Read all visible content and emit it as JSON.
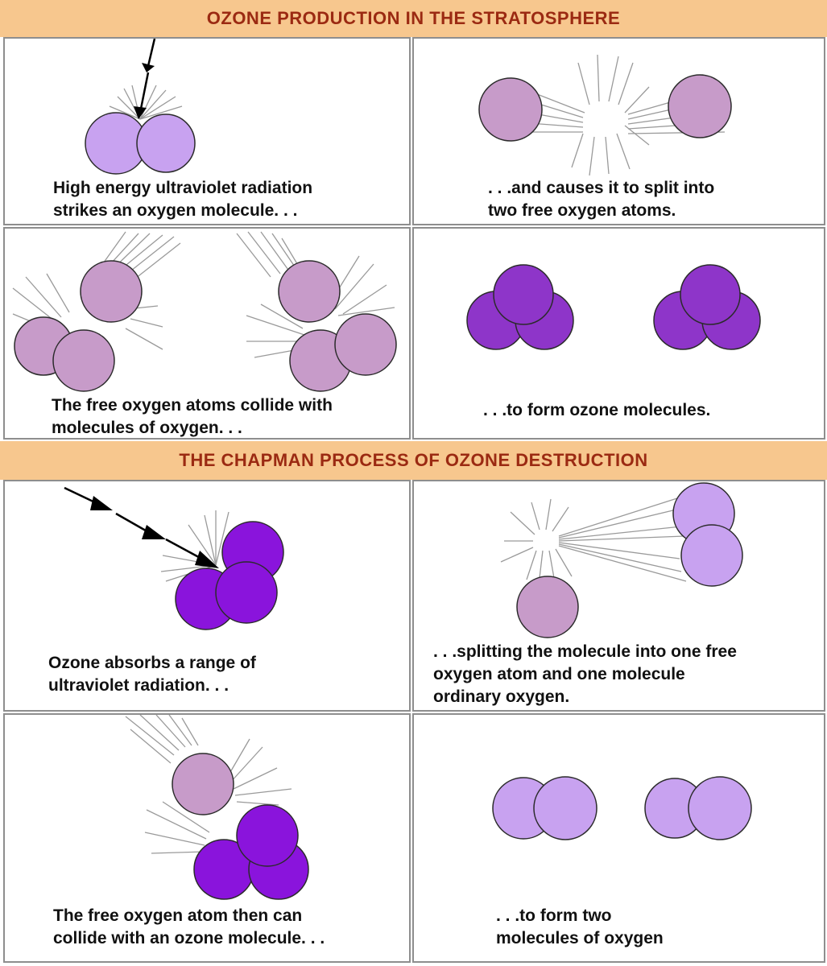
{
  "colors": {
    "banner_bg": "#f7c78e",
    "banner_text": "#9b2a12",
    "o2_molecule": "#c8a2f0",
    "free_atom": "#c79bc9",
    "ozone_formed": "#8e35c9",
    "ozone_bright": "#8a14dc",
    "outline": "#2b2b2b",
    "ray": "#9a9a9a"
  },
  "banners": {
    "production": "OZONE PRODUCTION IN THE STRATOSPHERE",
    "destruction": "THE CHAPMAN PROCESS OF OZONE DESTRUCTION"
  },
  "captions": {
    "p1": [
      "High energy ultraviolet radiation",
      "strikes an oxygen molecule. . ."
    ],
    "p2": [
      ". . .and causes it to split into",
      "two free oxygen atoms."
    ],
    "p3": [
      "The free oxygen atoms collide with",
      "molecules of oxygen. . ."
    ],
    "p4": [
      ". . .to form ozone molecules."
    ],
    "p5": [
      "Ozone absorbs a range of",
      "ultraviolet radiation. . ."
    ],
    "p6": [
      ". . .splitting the molecule into one free",
      "oxygen atom and one molecule",
      "ordinary oxygen."
    ],
    "p7": [
      "The free oxygen atom then can",
      "collide with an ozone molecule. . ."
    ],
    "p8": [
      ". . .to form two",
      "molecules of oxygen"
    ]
  }
}
